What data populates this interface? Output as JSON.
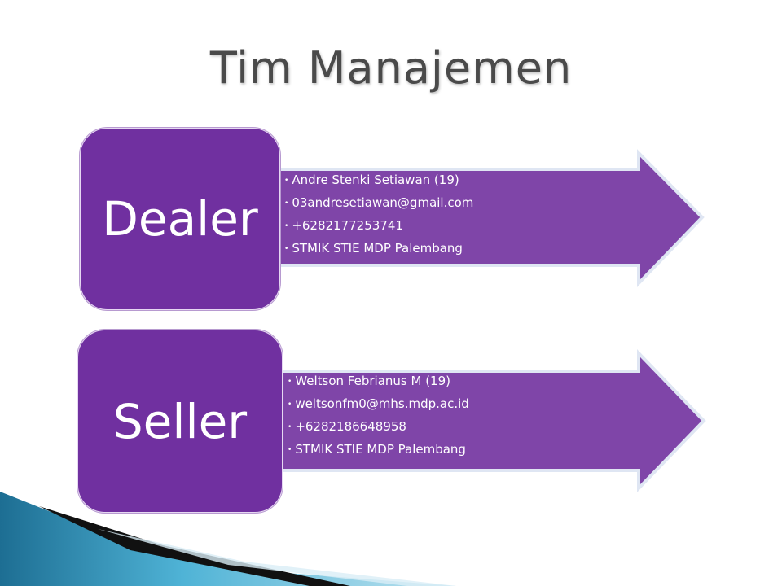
{
  "slide": {
    "title": "Tim Manajemen",
    "colors": {
      "box_fill": "#7030a0",
      "arrow_fill": "#7f45a8",
      "arrow_border": "#dfe6f3",
      "title_text": "#4a4a4a"
    },
    "groups": [
      {
        "role": "Dealer",
        "details": [
          "Andre Stenki Setiawan (19)",
          "03andresetiawan@gmail.com",
          "+6282177253741",
          "STMIK STIE MDP Palembang"
        ]
      },
      {
        "role": "Seller",
        "details": [
          "Weltson Febrianus M (19)",
          "weltsonfm0@mhs.mdp.ac.id",
          "+6282186648958",
          "STMIK STIE MDP Palembang"
        ]
      }
    ]
  }
}
